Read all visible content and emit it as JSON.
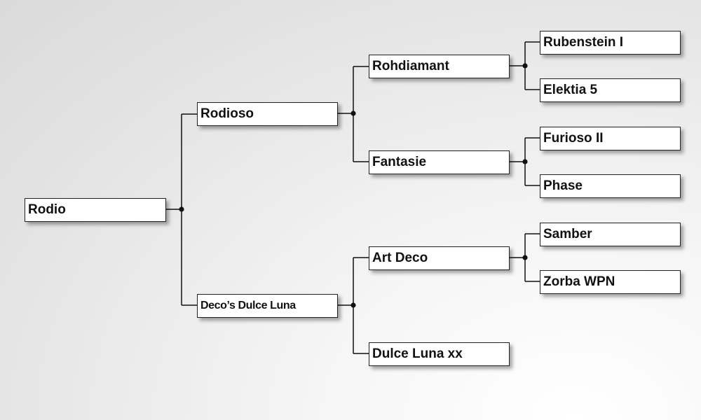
{
  "pedigree": {
    "horse": "Rodio",
    "sire": {
      "name": "Rodioso",
      "sire": {
        "name": "Rohdiamant",
        "sire": "Rubenstein I",
        "dam": "Elektia 5"
      },
      "dam": {
        "name": "Fantasie",
        "sire": "Furioso II",
        "dam": "Phase"
      }
    },
    "dam": {
      "name": "Deco’s Dulce Luna",
      "sire": {
        "name": "Art Deco",
        "sire": "Samber",
        "dam": "Zorba WPN"
      },
      "dam": {
        "name": "Dulce Luna xx"
      }
    }
  },
  "colors": {
    "line": "#111111",
    "box_fill": "#ffffff",
    "box_border": "#222222"
  }
}
